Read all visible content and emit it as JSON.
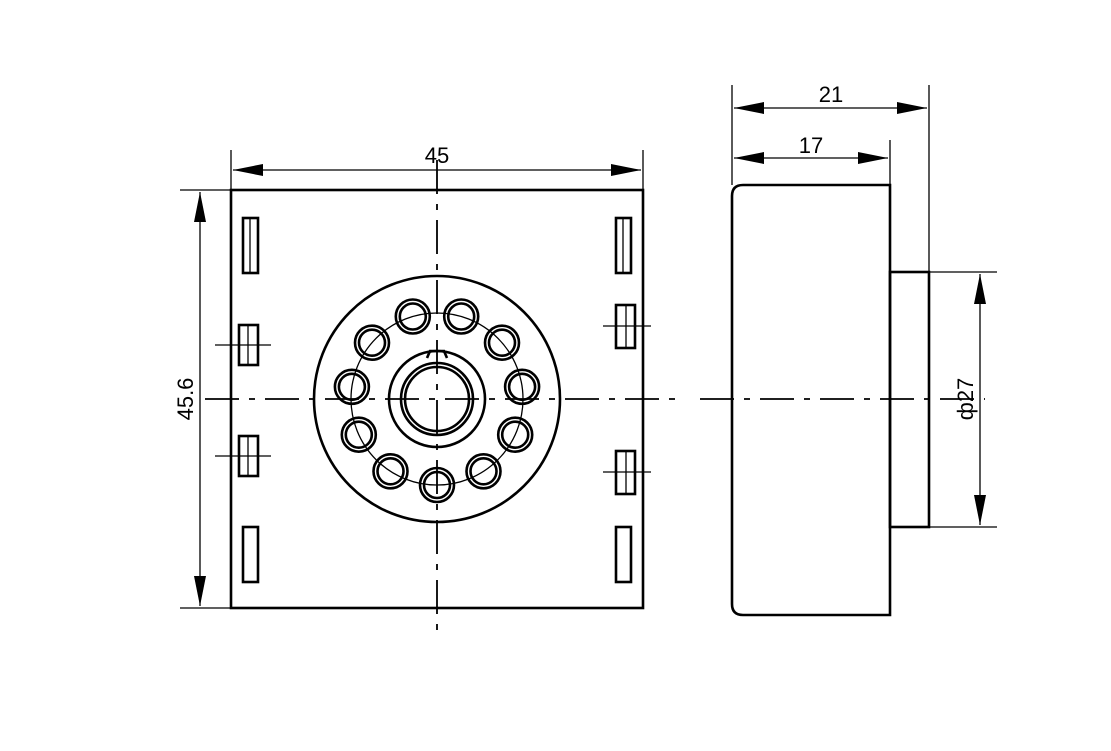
{
  "diagram": {
    "dimensions": {
      "front_width": "45",
      "front_height": "45.6",
      "side_total_depth": "21",
      "side_body_depth": "17",
      "boss_diameter": "ф27"
    },
    "pin_count": 11,
    "colors": {
      "line": "#000000",
      "background": "#ffffff"
    }
  }
}
